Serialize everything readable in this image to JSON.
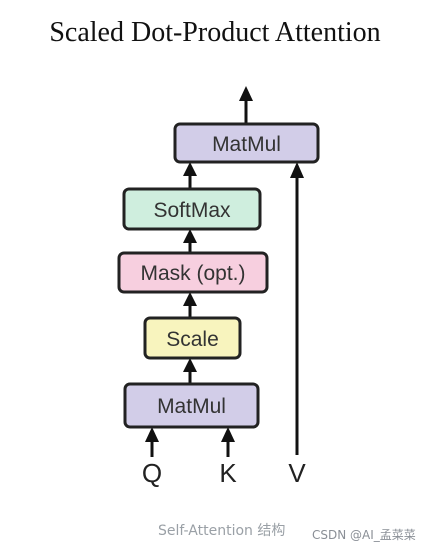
{
  "title": "Scaled Dot-Product Attention",
  "nodes": {
    "matmul_top": {
      "label": "MatMul",
      "fill": "#d2cde8"
    },
    "softmax": {
      "label": "SoftMax",
      "fill": "#cfeede"
    },
    "mask": {
      "label": "Mask (opt.)",
      "fill": "#f7cfdf"
    },
    "scale": {
      "label": "Scale",
      "fill": "#f8f4be"
    },
    "matmul_bottom": {
      "label": "MatMul",
      "fill": "#d2cde8"
    }
  },
  "inputs": {
    "q": "Q",
    "k": "K",
    "v": "V"
  },
  "caption": "Self-Attention 结构",
  "watermark": "CSDN @AI_孟菜菜"
}
